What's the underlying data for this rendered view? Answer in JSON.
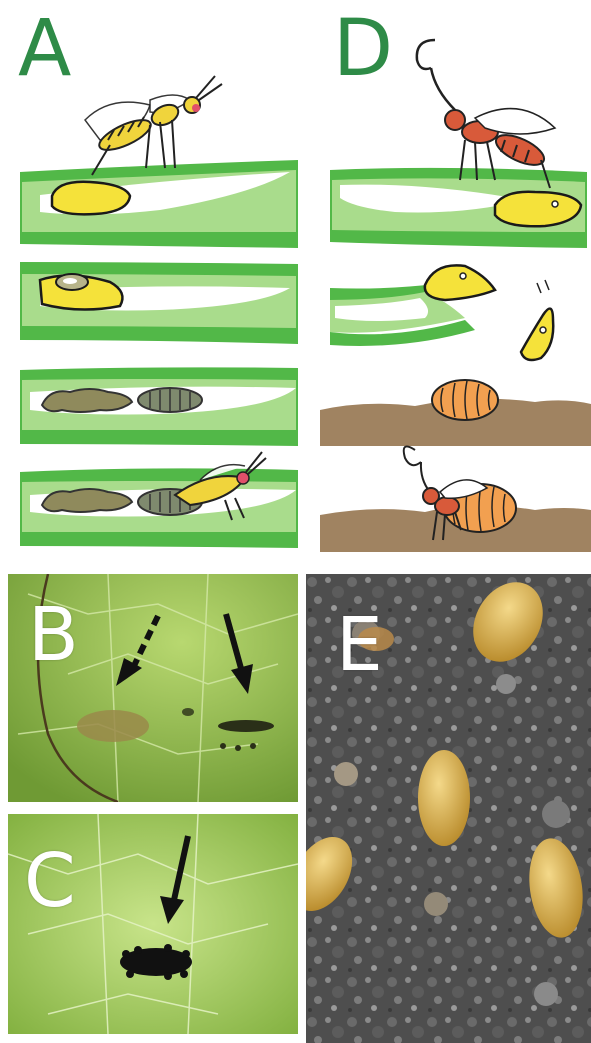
{
  "panels": {
    "a": {
      "letter": "A"
    },
    "b": {
      "letter": "B"
    },
    "c": {
      "letter": "C"
    },
    "d": {
      "letter": "D"
    },
    "e": {
      "letter": "E"
    }
  },
  "colors": {
    "letter_green": "#2e8b47",
    "leaf_dark": "#52b848",
    "leaf_light": "#a9dc8c",
    "mine_white": "#ffffff",
    "larva_yellow": "#f5e23a",
    "wasp_yellow": "#f0d43c",
    "pupa_gray": "#7f8a6e",
    "frass_olive": "#8f8a5c",
    "soil_brown": "#a08361",
    "pupa_orange": "#f2a050",
    "wasp_red": "#d85a3a"
  }
}
